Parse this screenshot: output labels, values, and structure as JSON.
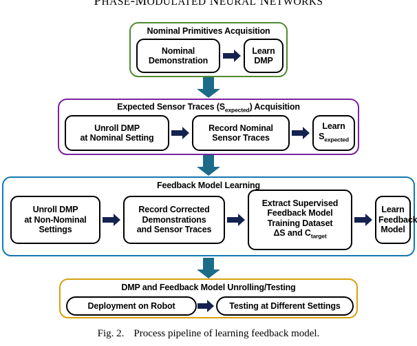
{
  "running_head": {
    "text": "PHASE-MODULATED NEURAL NETWORKS",
    "parts": [
      {
        "big": "P",
        "small": "HASE"
      },
      {
        "sep": "-"
      },
      {
        "big": "M",
        "small": "ODULATED"
      },
      {
        "big": "N",
        "small": "EURAL"
      },
      {
        "big": "N",
        "small": "ETWORKS"
      }
    ]
  },
  "caption": {
    "label": "Fig. 2.",
    "text": "Process pipeline of learning feedback model."
  },
  "colors": {
    "stage1_border": "#4e8a2f",
    "stage2_border": "#7b219f",
    "stage3_border": "#1277b3",
    "stage4_border": "#d8a00c",
    "node_border": "#000000",
    "arrow_horizontal": "#14224f",
    "arrow_vertical": "#1c6b89",
    "background": "#ffffff",
    "text": "#000000"
  },
  "stages": [
    {
      "id": "nominal-primitives-acquisition",
      "title": "Nominal Primitives Acquisition",
      "border_color": "#4e8a2f",
      "nodes": [
        {
          "id": "nominal-demonstration",
          "lines": [
            "Nominal",
            "Demonstration"
          ]
        },
        {
          "id": "learn-dmp",
          "lines": [
            "Learn",
            "DMP"
          ]
        }
      ],
      "arrows": [
        "nominal-demonstration -> learn-dmp"
      ]
    },
    {
      "id": "expected-sensor-traces-acquisition",
      "title": "Expected Sensor Traces (Sexpected) Acquisition",
      "title_prefix": "Expected Sensor Traces (",
      "title_symbol": "S",
      "title_subscript": "expected",
      "title_suffix": ") Acquisition",
      "border_color": "#7b219f",
      "nodes": [
        {
          "id": "unroll-dmp-nominal",
          "lines": [
            "Unroll DMP",
            "at Nominal Setting"
          ]
        },
        {
          "id": "record-nominal-sensor-traces",
          "lines": [
            "Record Nominal",
            "Sensor Traces"
          ]
        },
        {
          "id": "learn-s-expected",
          "lines": [
            "Learn",
            "S expected"
          ],
          "line1": "Learn",
          "symbol": "S",
          "subscript": "expected"
        }
      ],
      "arrows": [
        "unroll-dmp-nominal -> record-nominal-sensor-traces",
        "record-nominal-sensor-traces -> learn-s-expected"
      ]
    },
    {
      "id": "feedback-model-learning",
      "title": "Feedback Model Learning",
      "border_color": "#1277b3",
      "nodes": [
        {
          "id": "unroll-dmp-non-nominal",
          "lines": [
            "Unroll DMP",
            "at Non-Nominal",
            "Settings"
          ]
        },
        {
          "id": "record-corrected-demonstrations",
          "lines": [
            "Record Corrected",
            "Demonstrations",
            "and Sensor Traces"
          ]
        },
        {
          "id": "extract-supervised-dataset",
          "lines": [
            "Extract Supervised",
            "Feedback Model",
            "Training Dataset",
            "ΔS and Ctarget"
          ],
          "line4_sym1": "ΔS",
          "line4_mid": " and ",
          "line4_sym2": "C",
          "line4_sub": "target"
        },
        {
          "id": "learn-feedback-model",
          "lines": [
            "Learn",
            "Feedback",
            "Model"
          ]
        }
      ],
      "arrows": [
        "unroll-dmp-non-nominal -> record-corrected-demonstrations",
        "record-corrected-demonstrations -> extract-supervised-dataset",
        "extract-supervised-dataset -> learn-feedback-model"
      ]
    },
    {
      "id": "dmp-feedback-unrolling-testing",
      "title": "DMP and Feedback Model Unrolling/Testing",
      "border_color": "#d8a00c",
      "nodes": [
        {
          "id": "deployment-on-robot",
          "lines": [
            "Deployment on Robot"
          ]
        },
        {
          "id": "testing-at-different-settings",
          "lines": [
            "Testing at Different Settings"
          ]
        }
      ],
      "arrows": [
        "deployment-on-robot -> testing-at-different-settings"
      ]
    }
  ],
  "stage_connectors": [
    {
      "id": "connector-stage1-stage2",
      "from": "nominal-primitives-acquisition",
      "to": "expected-sensor-traces-acquisition"
    },
    {
      "id": "connector-stage2-stage3",
      "from": "expected-sensor-traces-acquisition",
      "to": "feedback-model-learning"
    },
    {
      "id": "connector-stage3-stage4",
      "from": "feedback-model-learning",
      "to": "dmp-feedback-unrolling-testing"
    }
  ]
}
